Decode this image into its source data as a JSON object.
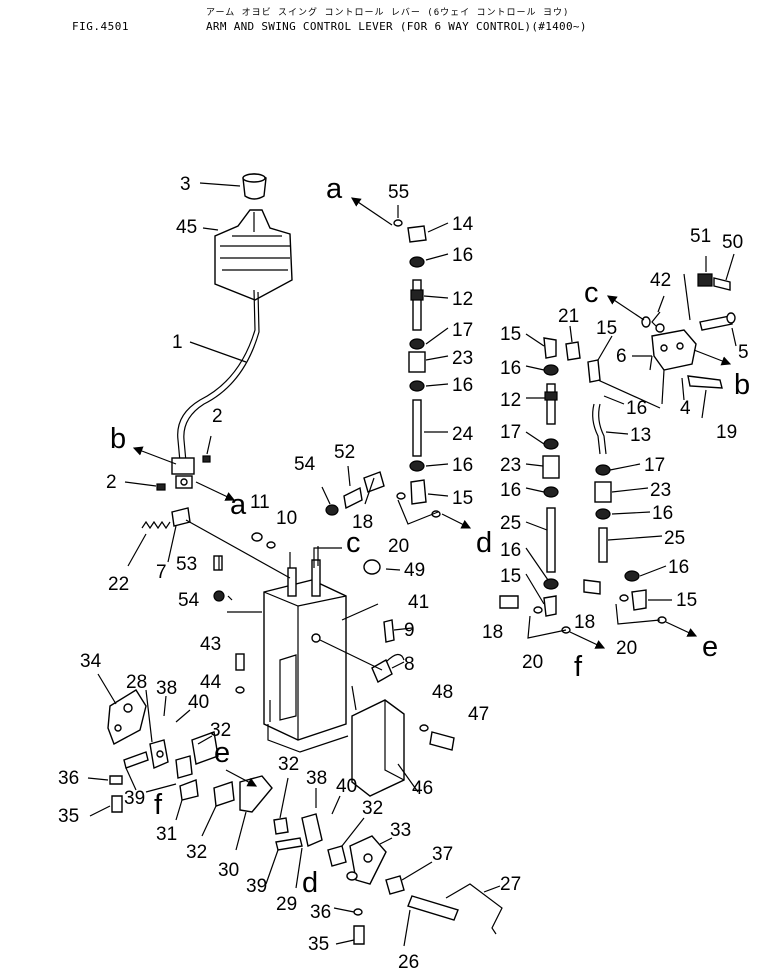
{
  "header": {
    "figure_no": "FIG.4501",
    "title_jp": "アーム オヨビ スイング コントロール レバー (6ウェイ コントロール ヨウ)",
    "title_en": "ARM AND SWING CONTROL LEVER (FOR 6 WAY CONTROL)(#1400~)"
  },
  "callouts": [
    {
      "id": "p3",
      "text": "3"
    },
    {
      "id": "p45",
      "text": "45"
    },
    {
      "id": "p1",
      "text": "1"
    },
    {
      "id": "p2a",
      "text": "2"
    },
    {
      "id": "p2b",
      "text": "2"
    },
    {
      "id": "p22",
      "text": "22"
    },
    {
      "id": "p7",
      "text": "7"
    },
    {
      "id": "p53",
      "text": "53"
    },
    {
      "id": "p54a",
      "text": "54"
    },
    {
      "id": "p11",
      "text": "11"
    },
    {
      "id": "p10",
      "text": "10"
    },
    {
      "id": "p54b",
      "text": "54"
    },
    {
      "id": "p52",
      "text": "52"
    },
    {
      "id": "p18a",
      "text": "18"
    },
    {
      "id": "p49",
      "text": "49"
    },
    {
      "id": "p41",
      "text": "41"
    },
    {
      "id": "p9",
      "text": "9"
    },
    {
      "id": "p8",
      "text": "8"
    },
    {
      "id": "p43",
      "text": "43"
    },
    {
      "id": "p44",
      "text": "44"
    },
    {
      "id": "p48",
      "text": "48"
    },
    {
      "id": "p47",
      "text": "47"
    },
    {
      "id": "p46",
      "text": "46"
    },
    {
      "id": "p55",
      "text": "55"
    },
    {
      "id": "p14",
      "text": "14"
    },
    {
      "id": "p16a",
      "text": "16"
    },
    {
      "id": "p12a",
      "text": "12"
    },
    {
      "id": "p17a",
      "text": "17"
    },
    {
      "id": "p23a",
      "text": "23"
    },
    {
      "id": "p16b",
      "text": "16"
    },
    {
      "id": "p24",
      "text": "24"
    },
    {
      "id": "p16c",
      "text": "16"
    },
    {
      "id": "p15a",
      "text": "15"
    },
    {
      "id": "p20a",
      "text": "20"
    },
    {
      "id": "p15b",
      "text": "15"
    },
    {
      "id": "p21",
      "text": "21"
    },
    {
      "id": "p16d",
      "text": "16"
    },
    {
      "id": "p12b",
      "text": "12"
    },
    {
      "id": "p17b",
      "text": "17"
    },
    {
      "id": "p23b",
      "text": "23"
    },
    {
      "id": "p16e",
      "text": "16"
    },
    {
      "id": "p25a",
      "text": "25"
    },
    {
      "id": "p16f",
      "text": "16"
    },
    {
      "id": "p15c",
      "text": "15"
    },
    {
      "id": "p18b",
      "text": "18"
    },
    {
      "id": "p20b",
      "text": "20"
    },
    {
      "id": "p18c",
      "text": "18"
    },
    {
      "id": "p15d",
      "text": "15"
    },
    {
      "id": "p6",
      "text": "6"
    },
    {
      "id": "p42",
      "text": "42"
    },
    {
      "id": "p51",
      "text": "51"
    },
    {
      "id": "p50",
      "text": "50"
    },
    {
      "id": "p5",
      "text": "5"
    },
    {
      "id": "p4",
      "text": "4"
    },
    {
      "id": "p19",
      "text": "19"
    },
    {
      "id": "p16g",
      "text": "16"
    },
    {
      "id": "p13",
      "text": "13"
    },
    {
      "id": "p17c",
      "text": "17"
    },
    {
      "id": "p23c",
      "text": "23"
    },
    {
      "id": "p16h",
      "text": "16"
    },
    {
      "id": "p25b",
      "text": "25"
    },
    {
      "id": "p16i",
      "text": "16"
    },
    {
      "id": "p15e",
      "text": "15"
    },
    {
      "id": "p20c",
      "text": "20"
    },
    {
      "id": "p34",
      "text": "34"
    },
    {
      "id": "p28",
      "text": "28"
    },
    {
      "id": "p38a",
      "text": "38"
    },
    {
      "id": "p40a",
      "text": "40"
    },
    {
      "id": "p36a",
      "text": "36"
    },
    {
      "id": "p39a",
      "text": "39"
    },
    {
      "id": "p35a",
      "text": "35"
    },
    {
      "id": "p31",
      "text": "31"
    },
    {
      "id": "p32a",
      "text": "32"
    },
    {
      "id": "p32b",
      "text": "32"
    },
    {
      "id": "p30",
      "text": "30"
    },
    {
      "id": "p32c",
      "text": "32"
    },
    {
      "id": "p38b",
      "text": "38"
    },
    {
      "id": "p40b",
      "text": "40"
    },
    {
      "id": "p32d",
      "text": "32"
    },
    {
      "id": "p33",
      "text": "33"
    },
    {
      "id": "p39b",
      "text": "39"
    },
    {
      "id": "p29",
      "text": "29"
    },
    {
      "id": "p36b",
      "text": "36"
    },
    {
      "id": "p35b",
      "text": "35"
    },
    {
      "id": "p37",
      "text": "37"
    },
    {
      "id": "p27",
      "text": "27"
    },
    {
      "id": "p26",
      "text": "26"
    }
  ],
  "refs": [
    {
      "id": "ra1",
      "text": "a"
    },
    {
      "id": "ra2",
      "text": "a"
    },
    {
      "id": "rb1",
      "text": "b"
    },
    {
      "id": "rb2",
      "text": "b"
    },
    {
      "id": "rc1",
      "text": "c"
    },
    {
      "id": "rc2",
      "text": "c"
    },
    {
      "id": "rd1",
      "text": "d"
    },
    {
      "id": "rd2",
      "text": "d"
    },
    {
      "id": "re1",
      "text": "e"
    },
    {
      "id": "re2",
      "text": "e"
    },
    {
      "id": "rf1",
      "text": "f"
    },
    {
      "id": "rf2",
      "text": "f"
    }
  ]
}
